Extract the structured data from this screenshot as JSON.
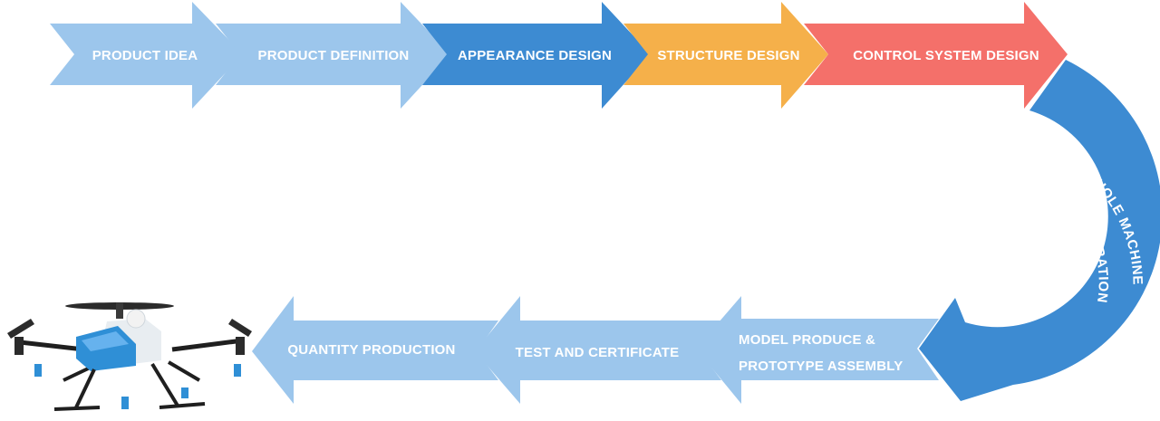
{
  "process": {
    "steps": [
      {
        "label": "PRODUCT IDEA",
        "color": "#9cc6ec"
      },
      {
        "label": "PRODUCT DEFINITION",
        "color": "#9cc6ec"
      },
      {
        "label": "APPEARANCE DESIGN",
        "color": "#3d8bd2"
      },
      {
        "label": "STRUCTURE DESIGN",
        "color": "#f5b04a"
      },
      {
        "label": "CONTROL SYSTEM DESIGN",
        "color": "#f4706a"
      },
      {
        "label_line1": "WHOLE MACHINE",
        "label_line2": "SYSTEM INTEGRATION",
        "color": "#3d8bd2"
      },
      {
        "label_line1": "MODEL PRODUCE &",
        "label_line2": "PROTOTYPE ASSEMBLY",
        "color": "#9cc6ec"
      },
      {
        "label": "TEST AND CERTIFICATE",
        "color": "#9cc6ec"
      },
      {
        "label": "QUANTITY PRODUCTION",
        "color": "#9cc6ec"
      }
    ]
  },
  "illustration": {
    "icon": "agricultural-drone-icon",
    "body_color": "#2f8fd6"
  }
}
